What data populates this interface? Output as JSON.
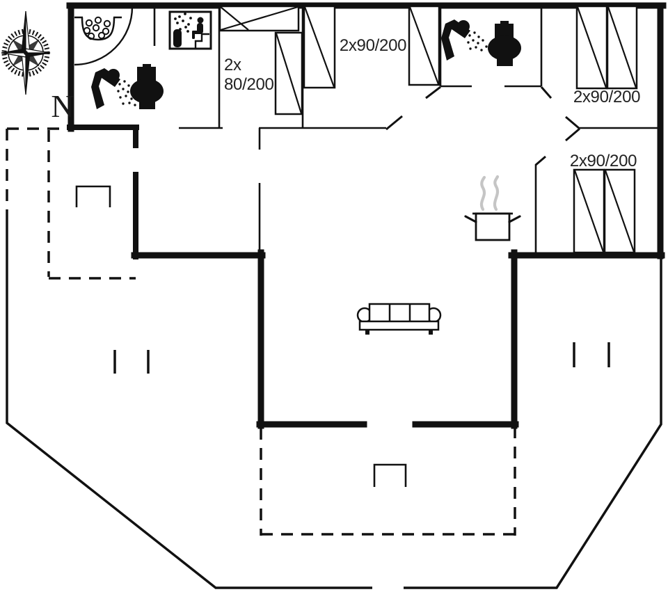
{
  "plan": {
    "type": "floor-plan",
    "compass": {
      "north_label": "N"
    },
    "rooms": {
      "bedroom_left_label_line1": "2x",
      "bedroom_left_label_line2": "80/200",
      "bedroom_middle_label": "2x90/200",
      "bedroom_top_right_label": "2x90/200",
      "bedroom_right_label": "2x90/200"
    },
    "icons": [
      "compass-rose-icon",
      "whirlpool-icon",
      "sauna-icon",
      "shower-icon",
      "toilet-icon",
      "bed-icon",
      "steaming-pot-icon",
      "sofa-icon",
      "terrace-steps-icon"
    ],
    "colors": {
      "line": "#111111",
      "steam": "#c5c5c5",
      "background": "#ffffff",
      "text": "#222222"
    }
  }
}
